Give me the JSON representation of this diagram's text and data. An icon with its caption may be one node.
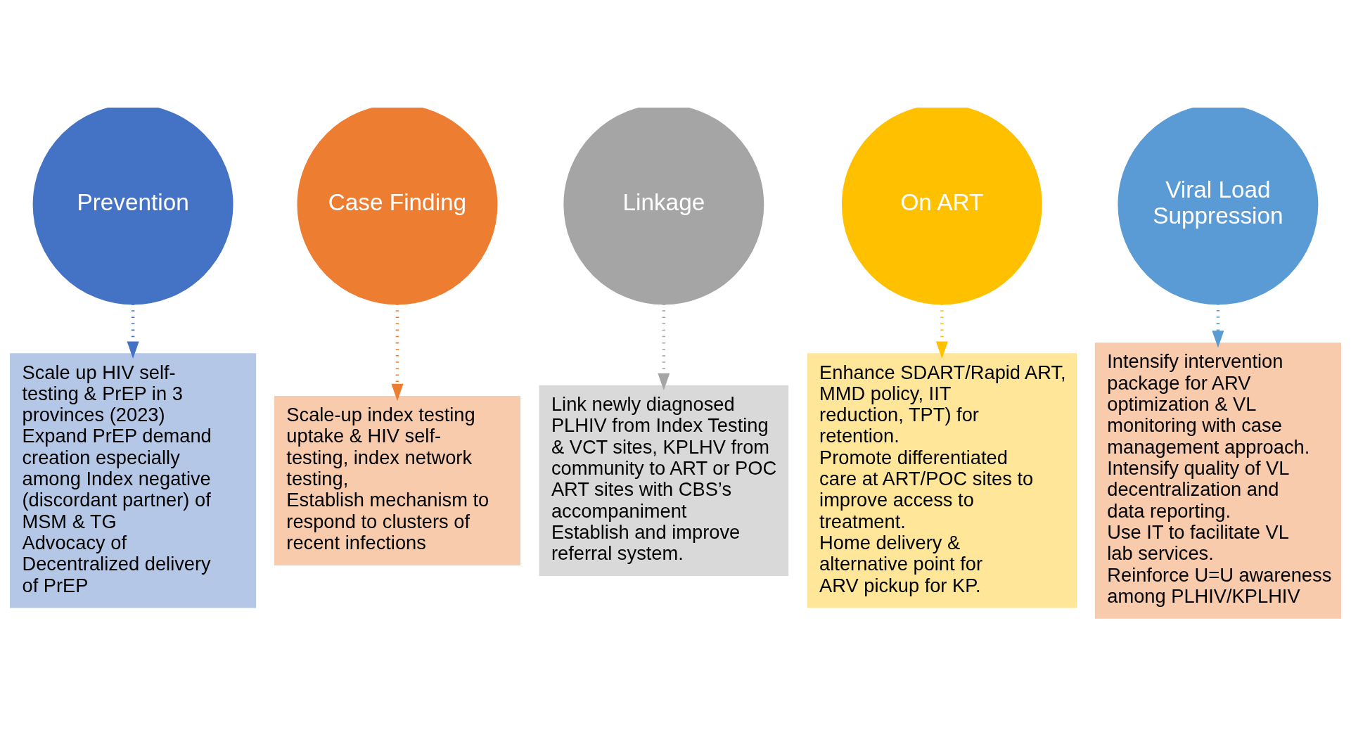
{
  "diagram": {
    "nodes": [
      {
        "text": [
          "Prevention"
        ]
      },
      {
        "text": [
          "Case Finding"
        ]
      },
      {
        "text": [
          "Linkage"
        ]
      },
      {
        "text": [
          "On ART"
        ]
      },
      {
        "text": [
          "Viral Load Suppression"
        ]
      },
      {
        "text": [
          "Scale up HIV self-testing & PrEP in 3 provinces (2023)",
          "Expand PrEP demand creation especially among Index negative (discordant partner) of MSM & TG",
          "Advocacy of Decentralized delivery of PrEP"
        ]
      },
      {
        "text": [
          "Scale-up index testing uptake & HIV self-testing, index network testing,",
          "Establish mechanism to respond to clusters of recent infections"
        ]
      },
      {
        "text": [
          "Link newly diagnosed PLHIV from Index Testing & VCT sites, KPLHV from community to ART or POC ART sites with CBS’s accompaniment",
          "Establish and improve referral system."
        ]
      },
      {
        "text": [
          "Enhance SDART/Rapid ART, MMD policy, IIT reduction, TPT) for retention.",
          "Promote differentiated care at ART/POC sites to improve access to treatment.",
          "Home delivery & alternative point for ARV pickup for KP."
        ]
      },
      {
        "text": [
          "Intensify intervention package for ARV optimization & VL monitoring with case management approach.",
          "Intensify quality of VL decentralization and data reporting.",
          "Use IT to facilitate VL lab services.",
          "Reinforce U=U awareness among PLHIV/KPLHIV"
        ]
      }
    ],
    "edges": [
      {
        "from": 0,
        "to": 5,
        "arrow": "to",
        "color": "#4472c4"
      },
      {
        "from": 1,
        "to": 6,
        "arrow": "to",
        "color": "#ed7d31"
      },
      {
        "from": 2,
        "to": 7,
        "arrow": "to",
        "color": "#a5a5a5"
      },
      {
        "from": 3,
        "to": 8,
        "arrow": "to",
        "color": "#ffc000"
      },
      {
        "from": 4,
        "to": 9,
        "arrow": "to",
        "color": "#5b9bd5"
      }
    ]
  }
}
